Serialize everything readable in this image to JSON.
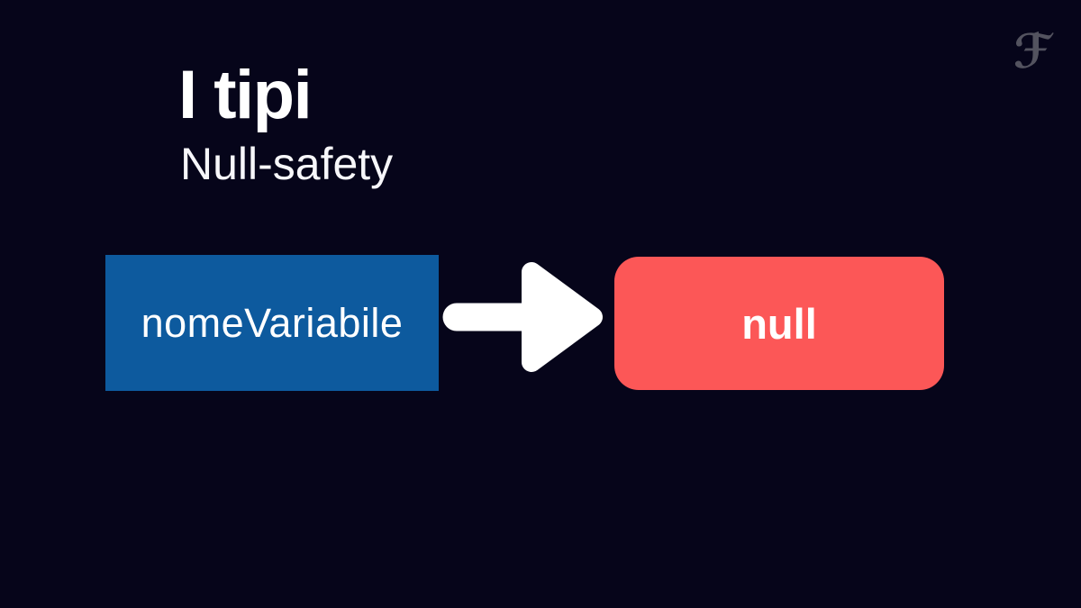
{
  "slide": {
    "title": "I tipi",
    "subtitle": "Null-safety",
    "background_color": "#06051A",
    "text_color": "#FFFFFF",
    "logo": {
      "glyph": "ℱ",
      "name": "script-f-logo",
      "color": "#53535F"
    }
  },
  "diagram": {
    "variable_box": {
      "label": "nomeVariabile",
      "fill_color": "#0D5A9E",
      "text_color": "#FFFFFF",
      "shape": "rectangle"
    },
    "arrow": {
      "icon": "arrow-right-icon",
      "direction": "right",
      "color": "#FFFFFF"
    },
    "null_box": {
      "label": "null",
      "fill_color": "#FC5757",
      "text_color": "#FFFFFF",
      "shape": "rounded-rectangle"
    }
  }
}
